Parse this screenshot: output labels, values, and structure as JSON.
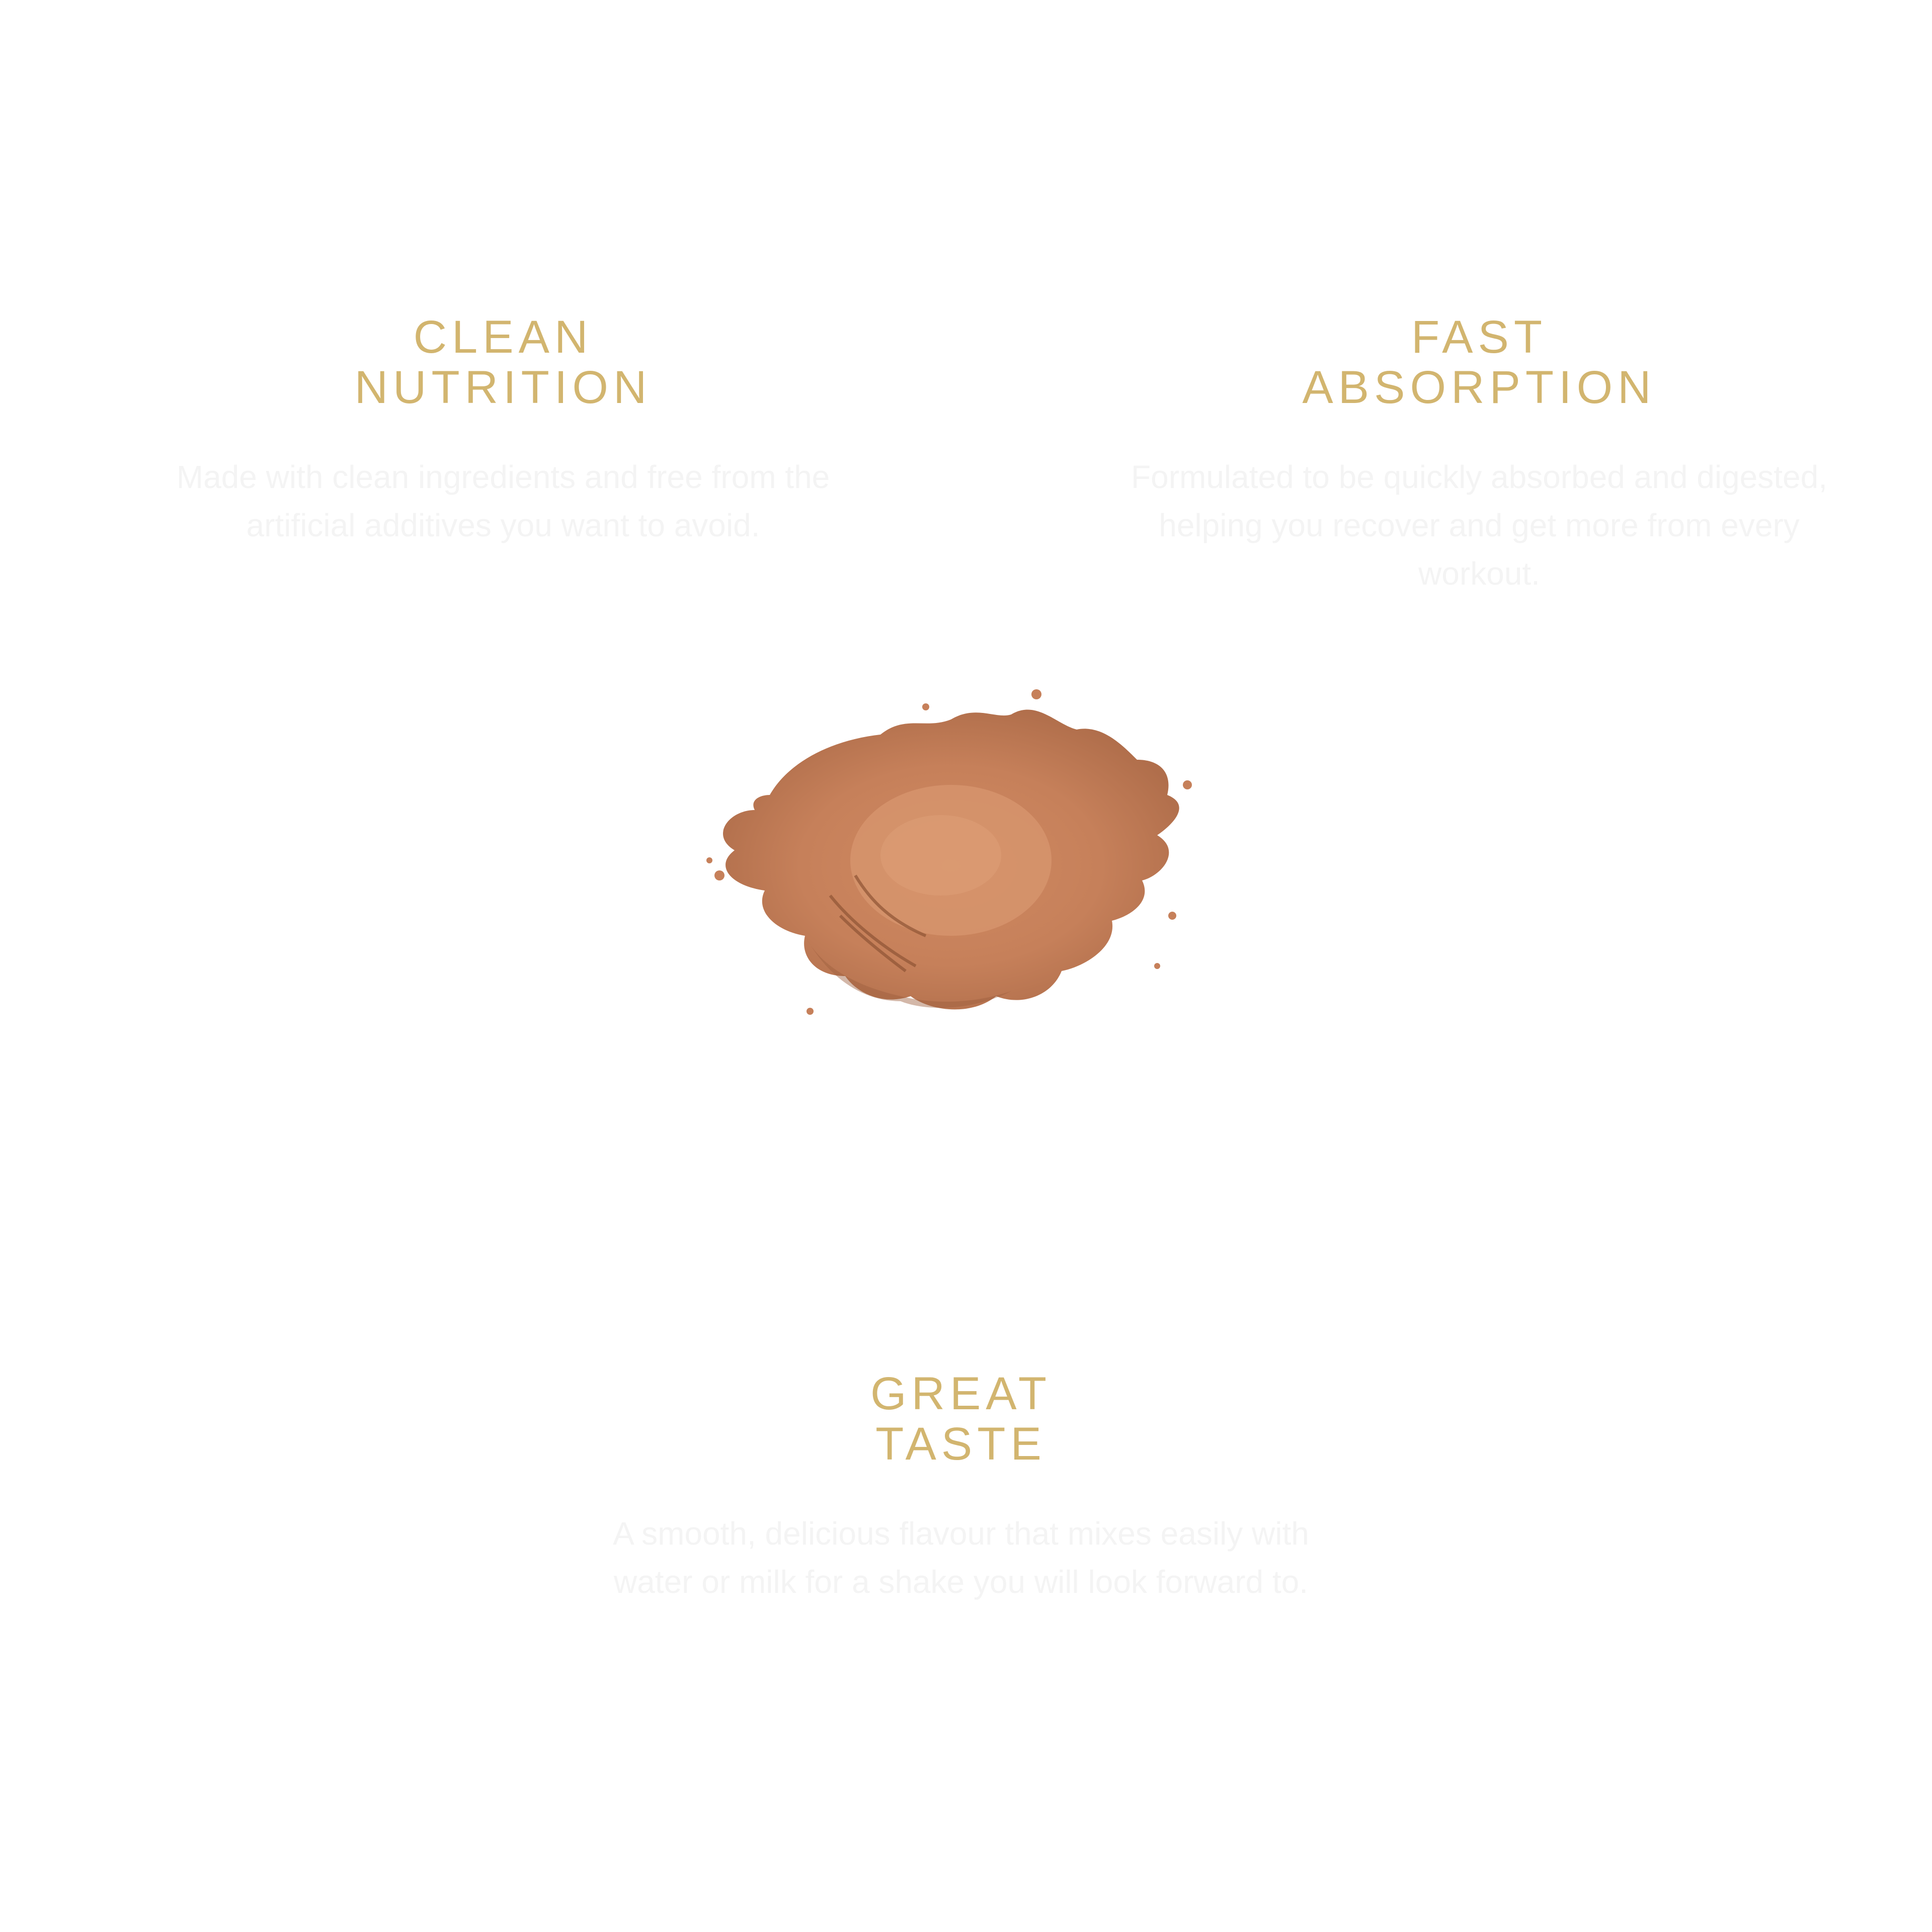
{
  "features": {
    "clean": {
      "title_line1": "CLEAN",
      "title_line2": "NUTRITION",
      "description": "Made with clean ingredients and free from the artificial additives you want to avoid."
    },
    "fast": {
      "title_line1": "FAST",
      "title_line2": "ABSORPTION",
      "description": "Formulated to be quickly absorbed and digested, helping you recover and get more from every workout."
    },
    "taste": {
      "title_line1": "GREAT",
      "title_line2": "TASTE",
      "description": "A smooth, delicious flavour that mixes easily with water or milk for a shake you will look forward to."
    }
  },
  "colors": {
    "title_gold": "#d2b56f",
    "powder_main": "#c6805a",
    "powder_shadow": "#9e5f3d",
    "powder_highlight": "#d6946c",
    "faint_text": "#f4f4f4"
  },
  "image": {
    "subject": "powder-pile"
  }
}
